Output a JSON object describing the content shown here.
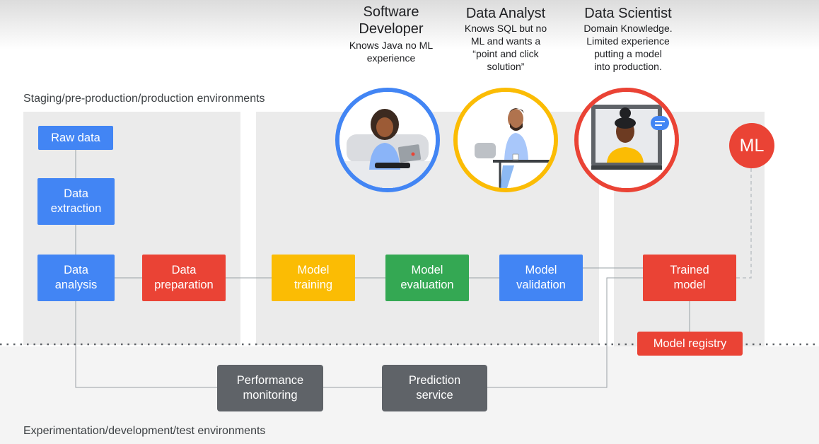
{
  "personas": [
    {
      "title": "Software\nDeveloper",
      "desc": "Knows Java  no ML\nexperience",
      "ring_color": "#4285f4",
      "icon": "developer-avatar"
    },
    {
      "title": "Data Analyst",
      "desc": "Knows  SQL but no\nML and wants a\n“point and click\nsolution”",
      "ring_color": "#fbbc04",
      "icon": "analyst-avatar"
    },
    {
      "title": "Data Scientist",
      "desc": "Domain Knowledge.\nLimited  experience\nputting a model\ninto production.",
      "ring_color": "#ea4335",
      "icon": "scientist-avatar"
    }
  ],
  "environments": {
    "top": "Staging/pre-production/production environments",
    "bottom": "Experimentation/development/test environments"
  },
  "ml_badge": "ML",
  "steps": {
    "raw_data": "Raw data",
    "data_extraction": "Data\nextraction",
    "data_analysis": "Data\nanalysis",
    "data_preparation": "Data\npreparation",
    "model_training": "Model\ntraining",
    "model_evaluation": "Model\nevaluation",
    "model_validation": "Model\nvalidation",
    "trained_model": "Trained\nmodel",
    "model_registry": "Model registry",
    "performance_monitoring": "Performance\nmonitoring",
    "prediction_service": "Prediction\nservice"
  },
  "colors": {
    "blue": "#4285f4",
    "red": "#ea4335",
    "yellow": "#fbbc04",
    "green": "#34a853",
    "grey": "#5f6368"
  }
}
